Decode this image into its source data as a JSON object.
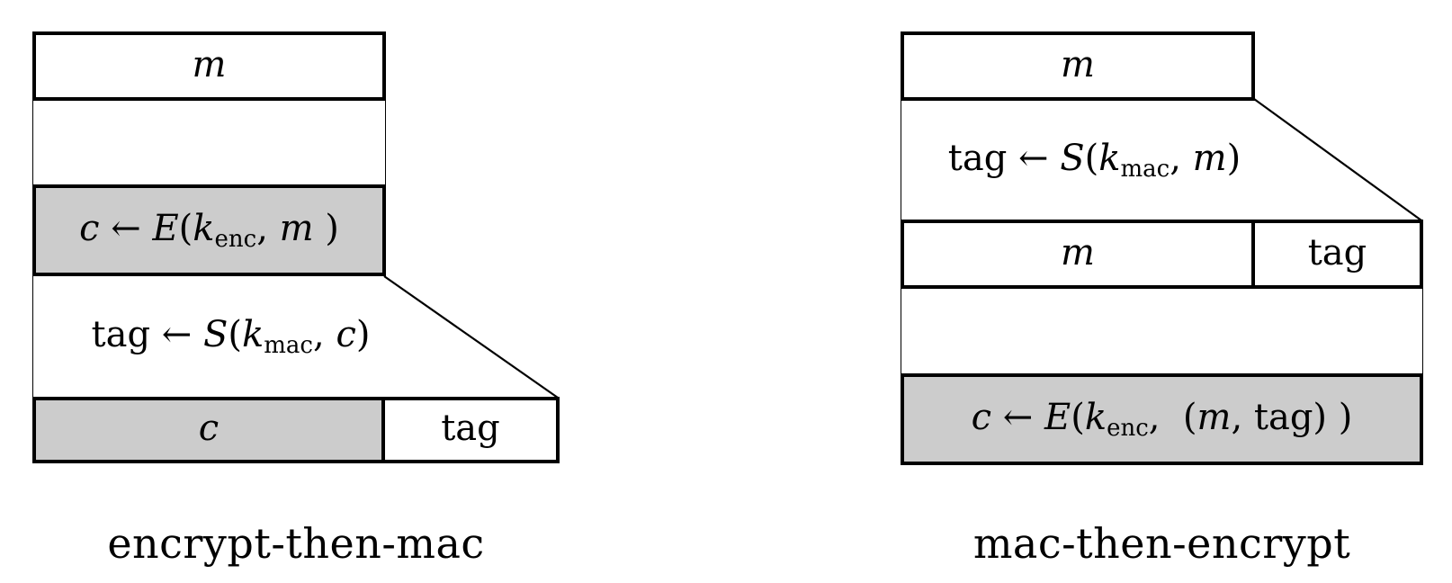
{
  "colors": {
    "highlight_fill": "#cccccc",
    "stroke": "#000000",
    "background": "#ffffff"
  },
  "left_diagram": {
    "label": "encrypt-then-mac",
    "message_box": [
      [
        "m",
        "i"
      ]
    ],
    "encrypt_step": [
      [
        "c",
        "i"
      ],
      [
        " ← ",
        "r"
      ],
      [
        "E",
        "i"
      ],
      [
        "(",
        "r"
      ],
      [
        "k",
        "i"
      ],
      [
        "enc",
        "sub"
      ],
      [
        ", ",
        "r"
      ],
      [
        "m",
        "i"
      ],
      [
        " )",
        "r"
      ]
    ],
    "mac_step": [
      [
        "tag",
        "r"
      ],
      [
        " ← ",
        "r"
      ],
      [
        "S",
        "i"
      ],
      [
        "(",
        "r"
      ],
      [
        "k",
        "i"
      ],
      [
        "mac",
        "sub"
      ],
      [
        ", ",
        "r"
      ],
      [
        "c",
        "i"
      ],
      [
        ")",
        "r"
      ]
    ],
    "output_ciphertext": [
      [
        "c",
        "i"
      ]
    ],
    "output_tag": [
      [
        "tag",
        "r"
      ]
    ]
  },
  "right_diagram": {
    "label": "mac-then-encrypt",
    "message_box": [
      [
        "m",
        "i"
      ]
    ],
    "mac_step": [
      [
        "tag",
        "r"
      ],
      [
        " ← ",
        "r"
      ],
      [
        "S",
        "i"
      ],
      [
        "(",
        "r"
      ],
      [
        "k",
        "i"
      ],
      [
        "mac",
        "sub"
      ],
      [
        ", ",
        "r"
      ],
      [
        "m",
        "i"
      ],
      [
        ")",
        "r"
      ]
    ],
    "row_message": [
      [
        "m",
        "i"
      ]
    ],
    "row_tag": [
      [
        "tag",
        "r"
      ]
    ],
    "encrypt_step": [
      [
        "c",
        "i"
      ],
      [
        " ← ",
        "r"
      ],
      [
        "E",
        "i"
      ],
      [
        "(",
        "r"
      ],
      [
        "k",
        "i"
      ],
      [
        "enc",
        "sub"
      ],
      [
        ",  (",
        "r"
      ],
      [
        "m",
        "i"
      ],
      [
        ", ",
        "r"
      ],
      [
        "tag",
        "r"
      ],
      [
        ") )",
        "r"
      ]
    ]
  }
}
